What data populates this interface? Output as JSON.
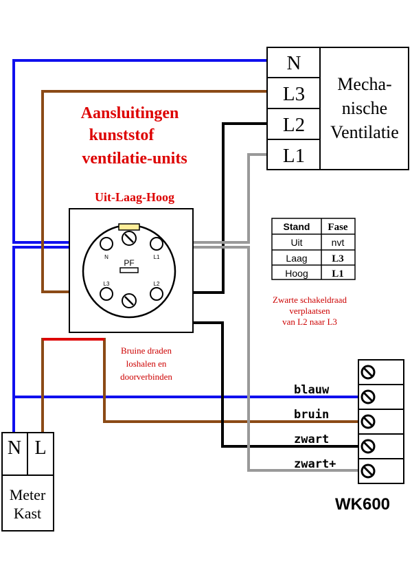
{
  "title": {
    "line1": "Aansluitingen",
    "line2": "kunststof",
    "line3": "ventilatie-units",
    "color": "#dd0000"
  },
  "switch": {
    "label": "Uit-Laag-Hoog",
    "center_label": "PF",
    "terminals": {
      "n": "N",
      "l1": "L1",
      "l2": "L2",
      "l3": "L3"
    }
  },
  "mechanical_ventilation": {
    "label_line1": "Mecha-",
    "label_line2": "nische",
    "label_line3": "Ventilatie",
    "terminals": [
      "N",
      "L3",
      "L2",
      "L1"
    ]
  },
  "table": {
    "headers": [
      "Stand",
      "Fase"
    ],
    "rows": [
      [
        "Uit",
        "nvt"
      ],
      [
        "Laag",
        "L3"
      ],
      [
        "Hoog",
        "L1"
      ]
    ]
  },
  "notes": {
    "switch_wire_line1": "Zwarte schakeldraad",
    "switch_wire_line2": "verplaatsen",
    "switch_wire_line3": "van L2 naar L3",
    "brown_wires_line1": "Bruine draden",
    "brown_wires_line2": "loshalen en",
    "brown_wires_line3": "doorverbinden",
    "color": "#cc0000"
  },
  "wk600": {
    "label": "WK600",
    "wires": [
      "blauw",
      "bruin",
      "zwart",
      "zwart+"
    ]
  },
  "meter": {
    "terminals": [
      "N",
      "L"
    ],
    "label_line1": "Meter",
    "label_line2": "Kast"
  },
  "colors": {
    "blue": "#1010ee",
    "brown": "#8b4a16",
    "black": "#000000",
    "gray": "#999999",
    "red": "#dd0000"
  }
}
